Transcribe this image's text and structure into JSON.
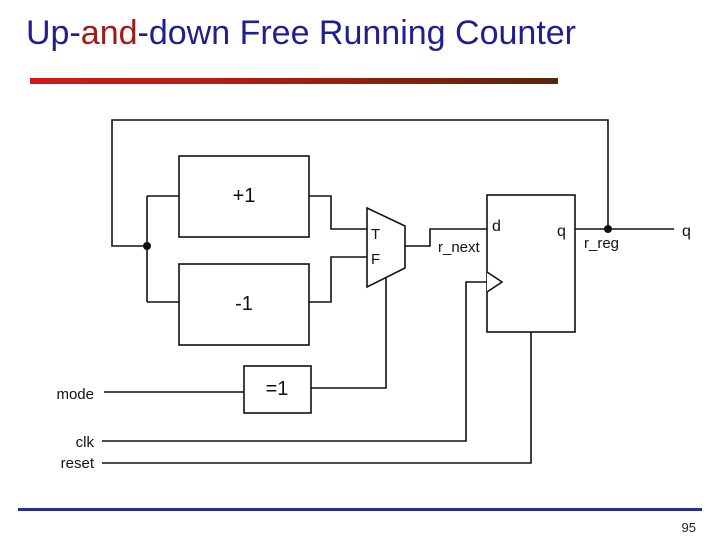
{
  "title": {
    "part1": "Up-",
    "part2": "and",
    "part3": "-down Free Running Counter"
  },
  "diagram": {
    "inc_block": "+1",
    "dec_block": "-1",
    "mux_true": "T",
    "mux_false": "F",
    "cmp_block": "=1",
    "reg_d": "d",
    "reg_q": "q",
    "sig_r_next": "r_next",
    "sig_r_reg": "r_reg",
    "out_q": "q",
    "in_mode": "mode",
    "in_clk": "clk",
    "in_reset": "reset"
  },
  "footer": {
    "page_number": "95"
  },
  "colors": {
    "title": "#1f1f8f",
    "title_highlight": "#a11a1a",
    "rule": "#2a2aa0"
  }
}
